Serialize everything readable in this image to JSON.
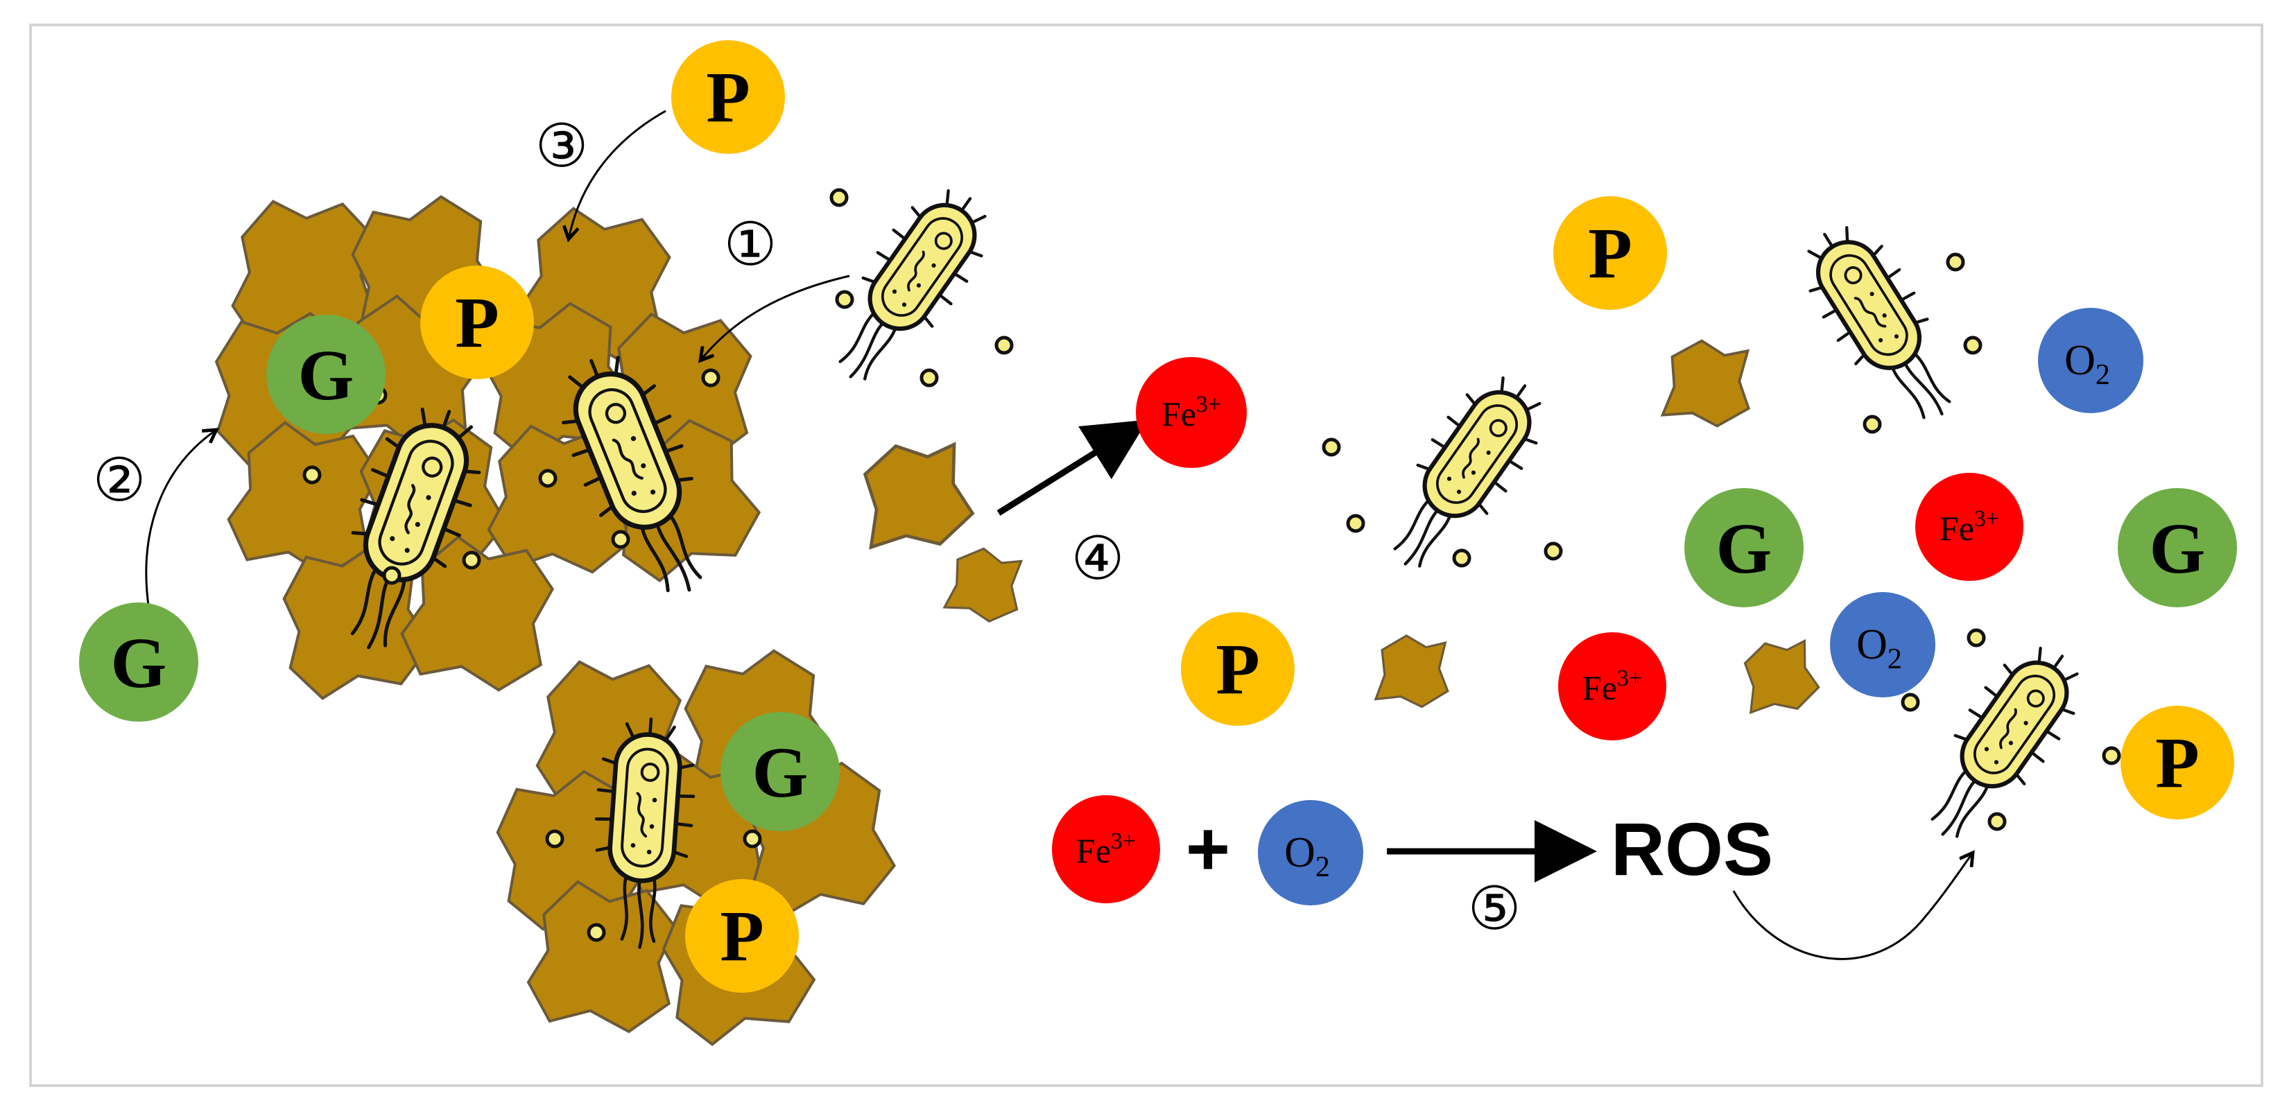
{
  "colors": {
    "frame": "#d4d4d4",
    "mineral": "#b8860b",
    "mineral_edge": "#6b5a3a",
    "bacterium_fill": "#f6ec84",
    "bacterium_stroke": "#111111",
    "phosphate": "#ffc000",
    "glucose": "#70ad47",
    "iron": "#ff0000",
    "oxygen": "#4472c4",
    "arrow": "#000000"
  },
  "labels": {
    "phosphate": "P",
    "glucose": "G",
    "iron_base": "Fe",
    "iron_sup": "3+",
    "oxygen_base": "O",
    "oxygen_sub": "2",
    "plus": "+",
    "ros": "ROS"
  },
  "steps": [
    "①",
    "②",
    "③",
    "④",
    "⑤"
  ],
  "icons": [
    "bacterium-icon",
    "mineral-particle-icon",
    "curved-arrow-icon",
    "straight-arrow-icon"
  ]
}
